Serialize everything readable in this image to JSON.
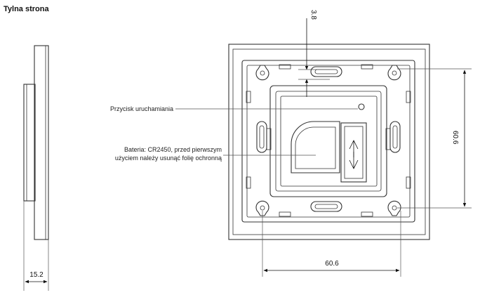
{
  "title": "Tylna strona",
  "dimensions": {
    "depth": "3.8",
    "height": "60.6",
    "width": "60.6",
    "thickness": "15.2"
  },
  "callouts": {
    "button": "Przycisk uruchamiania",
    "battery_line1": "Bateria: CR2450, przed pierwszym",
    "battery_line2": "użyciem należy usunąć folię ochronną"
  }
}
